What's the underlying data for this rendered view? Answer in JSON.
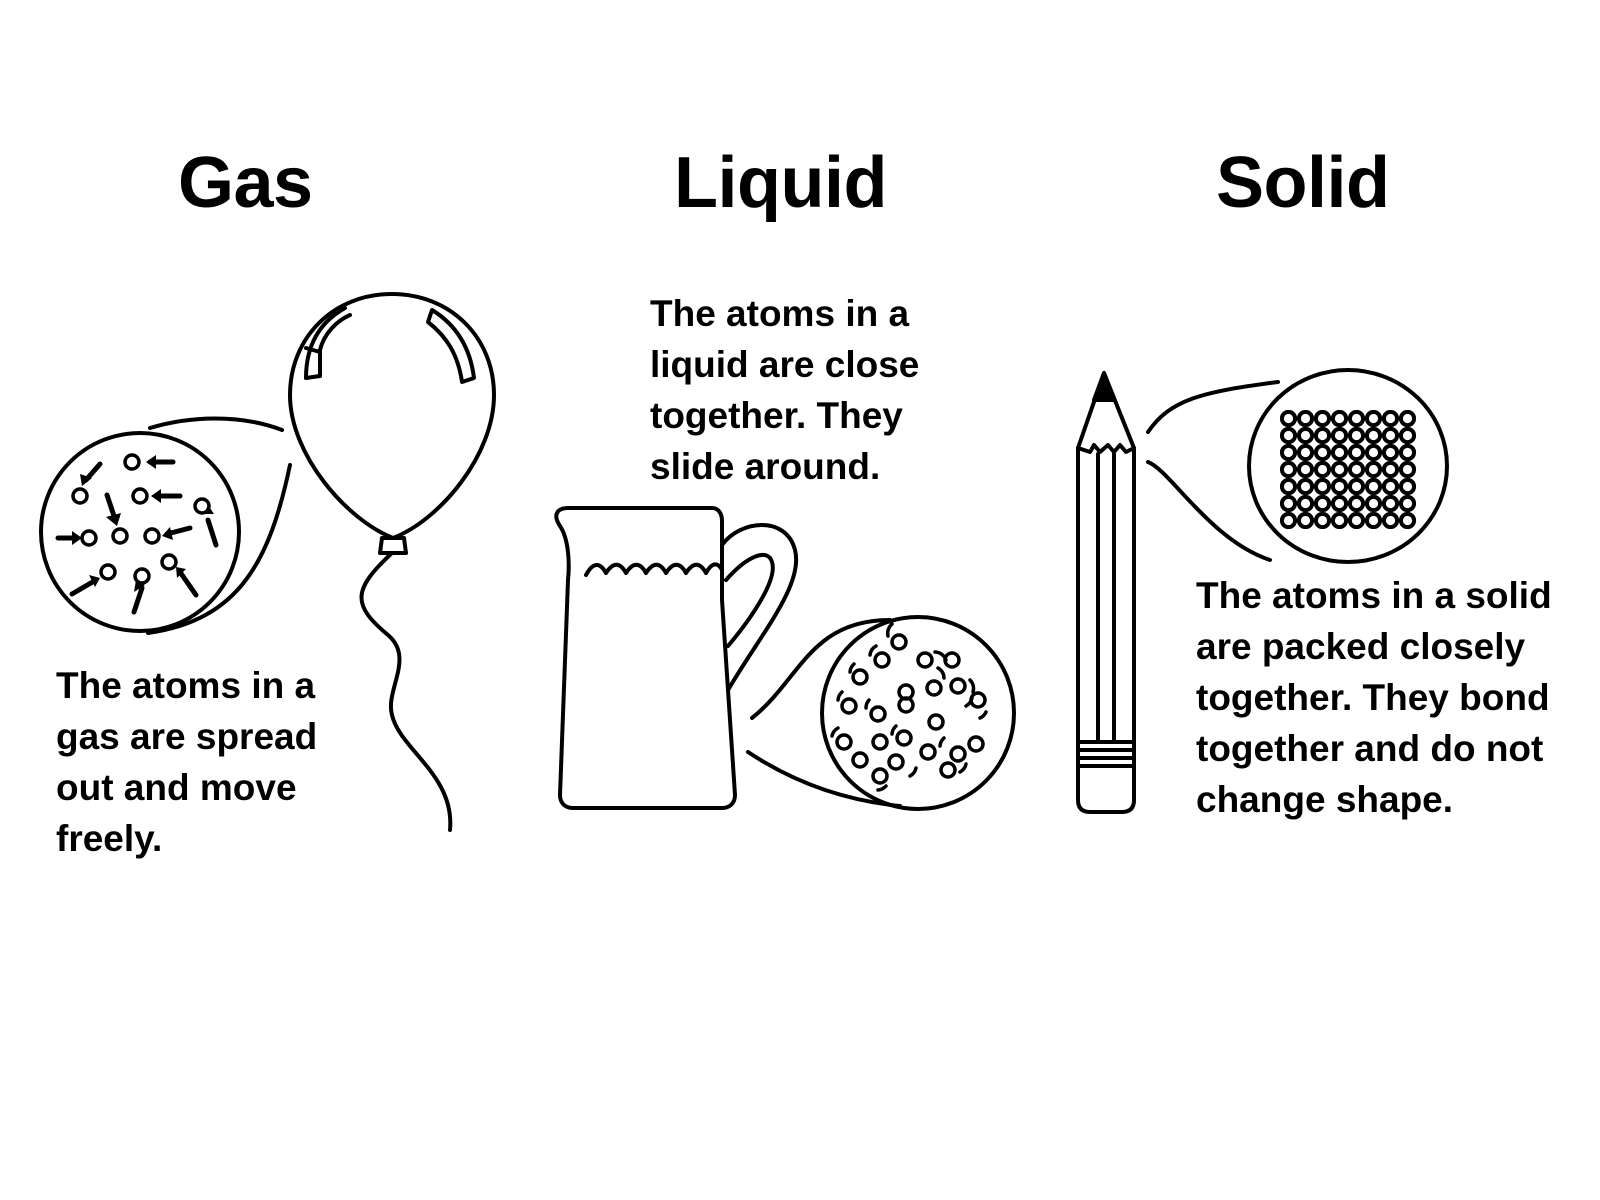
{
  "gas": {
    "title": "Gas",
    "description": [
      "The atoms in a",
      "gas are spread",
      "out and move",
      "freely."
    ],
    "illustration": "balloon-icon",
    "particle_view": "gas-particles-free-moving"
  },
  "liquid": {
    "title": "Liquid",
    "description": [
      "The atoms in a",
      "liquid are close",
      "together. They",
      "slide around."
    ],
    "illustration": "jug-icon",
    "particle_view": "liquid-particles-sliding"
  },
  "solid": {
    "title": "Solid",
    "description": [
      "The atoms in a solid",
      "are packed closely",
      "together. They bond",
      "together and do not",
      "change shape."
    ],
    "illustration": "pencil-icon",
    "particle_view": "solid-particles-lattice"
  },
  "colors": {
    "ink": "#000000",
    "background": "#ffffff"
  }
}
